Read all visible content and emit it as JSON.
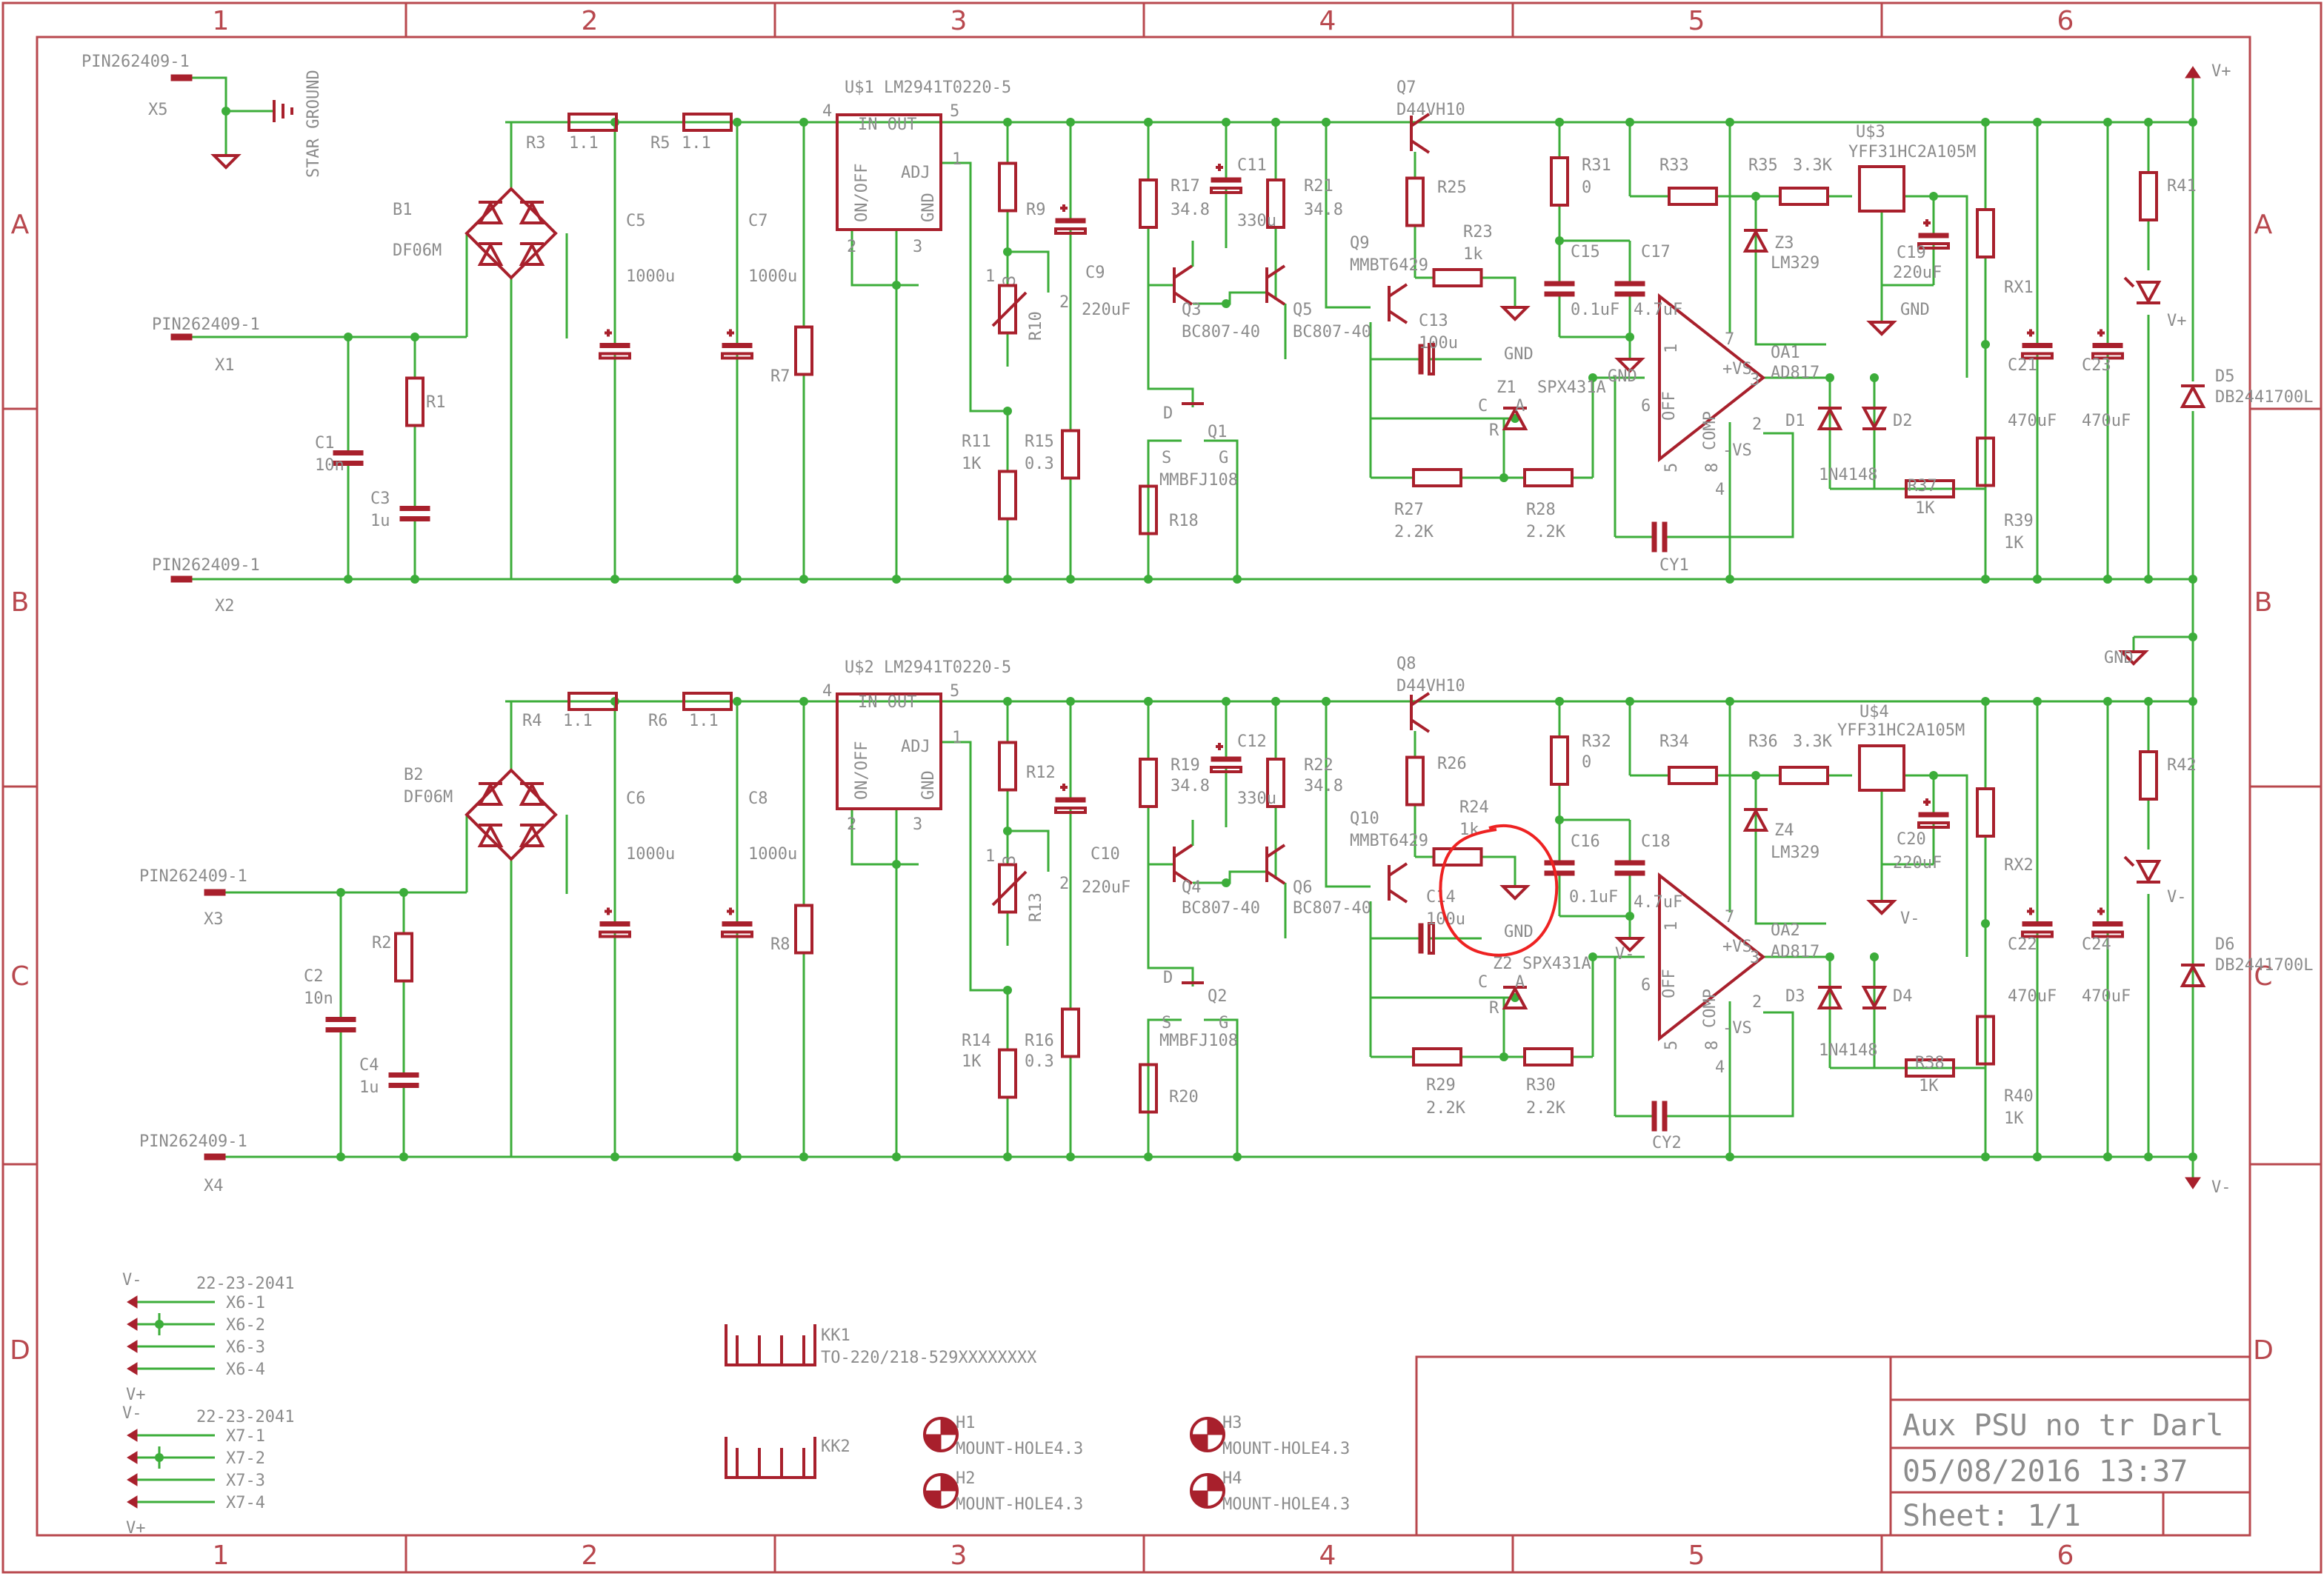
{
  "frame": {
    "col_labels": [
      "1",
      "2",
      "3",
      "4",
      "5",
      "6"
    ],
    "row_labels": [
      "A",
      "B",
      "C",
      "D"
    ]
  },
  "title_block": {
    "title": "Aux PSU no tr Darl",
    "date": "05/08/2016 13:37",
    "sheet": "Sheet: 1/1"
  },
  "labels": [
    {
      "id": "x5-part",
      "text": "PIN262409-1"
    },
    {
      "id": "x5",
      "text": "X5"
    },
    {
      "id": "star-ground",
      "text": "STAR GROUND"
    },
    {
      "id": "x1-part",
      "text": "PIN262409-1"
    },
    {
      "id": "x1",
      "text": "X1"
    },
    {
      "id": "x2-part",
      "text": "PIN262409-1"
    },
    {
      "id": "x2",
      "text": "X2"
    },
    {
      "id": "b1",
      "text": "B1"
    },
    {
      "id": "b1-val",
      "text": "DF06M"
    },
    {
      "id": "r3",
      "text": "R3"
    },
    {
      "id": "r3-val",
      "text": "1.1"
    },
    {
      "id": "r5",
      "text": "R5"
    },
    {
      "id": "r5-val",
      "text": "1.1"
    },
    {
      "id": "c5",
      "text": "C5"
    },
    {
      "id": "c5-val",
      "text": "1000u"
    },
    {
      "id": "c7",
      "text": "C7"
    },
    {
      "id": "c7-val",
      "text": "1000u"
    },
    {
      "id": "c1",
      "text": "C1"
    },
    {
      "id": "c1-val",
      "text": "10n"
    },
    {
      "id": "c3",
      "text": "C3"
    },
    {
      "id": "c3-val",
      "text": "1u"
    },
    {
      "id": "r1",
      "text": "R1"
    },
    {
      "id": "r7",
      "text": "R7"
    },
    {
      "id": "u1",
      "text": "U$1  LM2941T0220-5"
    },
    {
      "id": "u1-in",
      "text": "IN  OUT"
    },
    {
      "id": "u1-onoff",
      "text": "ON/OFF"
    },
    {
      "id": "u1-adj",
      "text": "ADJ"
    },
    {
      "id": "u1-gnd",
      "text": "GND"
    },
    {
      "id": "u1-p4",
      "text": "4"
    },
    {
      "id": "u1-p5",
      "text": "5"
    },
    {
      "id": "u1-p1",
      "text": "1"
    },
    {
      "id": "u1-p2",
      "text": "2"
    },
    {
      "id": "u1-p3",
      "text": "3"
    },
    {
      "id": "r9",
      "text": "R9"
    },
    {
      "id": "r10",
      "text": "R10"
    },
    {
      "id": "r10-p3",
      "text": "3"
    },
    {
      "id": "r10-p2",
      "text": "2"
    },
    {
      "id": "r10-p1",
      "text": "1"
    },
    {
      "id": "c9",
      "text": "C9"
    },
    {
      "id": "c9-val",
      "text": "220uF"
    },
    {
      "id": "r11",
      "text": "R11"
    },
    {
      "id": "r11-val",
      "text": "1K"
    },
    {
      "id": "r15",
      "text": "R15"
    },
    {
      "id": "r15-val",
      "text": "0.3"
    },
    {
      "id": "r17",
      "text": "R17"
    },
    {
      "id": "r17-val",
      "text": "34.8"
    },
    {
      "id": "c11",
      "text": "C11"
    },
    {
      "id": "c11-val",
      "text": "330u"
    },
    {
      "id": "r21",
      "text": "R21"
    },
    {
      "id": "r21-val",
      "text": "34.8"
    },
    {
      "id": "q3",
      "text": "Q3"
    },
    {
      "id": "q3-val",
      "text": "BC807-40"
    },
    {
      "id": "q5",
      "text": "Q5"
    },
    {
      "id": "q5-val",
      "text": "BC807-40"
    },
    {
      "id": "q1",
      "text": "Q1"
    },
    {
      "id": "q1-val",
      "text": "MMBFJ108"
    },
    {
      "id": "q1-d",
      "text": "D"
    },
    {
      "id": "q1-s",
      "text": "S"
    },
    {
      "id": "q1-g",
      "text": "G"
    },
    {
      "id": "r18",
      "text": "R18"
    },
    {
      "id": "q7",
      "text": "Q7"
    },
    {
      "id": "q7-val",
      "text": "D44VH10"
    },
    {
      "id": "r25",
      "text": "R25"
    },
    {
      "id": "q9",
      "text": "Q9"
    },
    {
      "id": "q9-val",
      "text": "MMBT6429"
    },
    {
      "id": "r23",
      "text": "R23"
    },
    {
      "id": "r23-val",
      "text": "1k"
    },
    {
      "id": "gnd-a1",
      "text": "GND"
    },
    {
      "id": "c13",
      "text": "C13"
    },
    {
      "id": "c13-val",
      "text": "100u"
    },
    {
      "id": "z1",
      "text": "Z1"
    },
    {
      "id": "z1-val",
      "text": "SPX431A"
    },
    {
      "id": "z1-c",
      "text": "C"
    },
    {
      "id": "z1-a",
      "text": "A"
    },
    {
      "id": "z1-r",
      "text": "R"
    },
    {
      "id": "r27",
      "text": "R27"
    },
    {
      "id": "r27-val",
      "text": "2.2K"
    },
    {
      "id": "r28",
      "text": "R28"
    },
    {
      "id": "r28-val",
      "text": "2.2K"
    },
    {
      "id": "r31",
      "text": "R31"
    },
    {
      "id": "r31-val",
      "text": "0"
    },
    {
      "id": "c15",
      "text": "C15"
    },
    {
      "id": "c15-val",
      "text": "0.1uF"
    },
    {
      "id": "c17",
      "text": "C17"
    },
    {
      "id": "c17-val",
      "text": "4.7uF"
    },
    {
      "id": "gnd-a2",
      "text": "GND"
    },
    {
      "id": "r33",
      "text": "R33"
    },
    {
      "id": "r35",
      "text": "R35"
    },
    {
      "id": "r35-val",
      "text": "3.3K"
    },
    {
      "id": "z3",
      "text": "Z3"
    },
    {
      "id": "z3-val",
      "text": "LM329"
    },
    {
      "id": "u3",
      "text": "U$3"
    },
    {
      "id": "u3-val",
      "text": "YFF31HC2A105M"
    },
    {
      "id": "c19",
      "text": "C19"
    },
    {
      "id": "c19-val",
      "text": "220uF"
    },
    {
      "id": "gnd-a3",
      "text": "GND"
    },
    {
      "id": "oa1",
      "text": "OA1"
    },
    {
      "id": "oa1-val",
      "text": "AD817"
    },
    {
      "id": "oa1-vs",
      "text": "+VS"
    },
    {
      "id": "oa1-vsn",
      "text": "-VS"
    },
    {
      "id": "oa1-p7",
      "text": "7"
    },
    {
      "id": "oa1-p3",
      "text": "3"
    },
    {
      "id": "oa1-p2",
      "text": "2"
    },
    {
      "id": "oa1-p6",
      "text": "6"
    },
    {
      "id": "oa1-p1",
      "text": "1"
    },
    {
      "id": "oa1-p5",
      "text": "5"
    },
    {
      "id": "oa1-p8",
      "text": "8"
    },
    {
      "id": "oa1-p4",
      "text": "4"
    },
    {
      "id": "oa1-off",
      "text": "OFF"
    },
    {
      "id": "oa1-comp",
      "text": "COMP"
    },
    {
      "id": "d1",
      "text": "D1"
    },
    {
      "id": "d2",
      "text": "D2"
    },
    {
      "id": "d1-val",
      "text": "1N4148"
    },
    {
      "id": "r37",
      "text": "R37"
    },
    {
      "id": "r37-val",
      "text": "1K"
    },
    {
      "id": "cy1",
      "text": "CY1"
    },
    {
      "id": "rx1",
      "text": "RX1"
    },
    {
      "id": "r39",
      "text": "R39"
    },
    {
      "id": "r39-val",
      "text": "1K"
    },
    {
      "id": "c21",
      "text": "C21"
    },
    {
      "id": "c21-val",
      "text": "470uF"
    },
    {
      "id": "c23",
      "text": "C23"
    },
    {
      "id": "c23-val",
      "text": "470uF"
    },
    {
      "id": "r41",
      "text": "R41"
    },
    {
      "id": "led1",
      "text": "V+"
    },
    {
      "id": "d5",
      "text": "D5"
    },
    {
      "id": "d5-val",
      "text": "DB2441700L"
    },
    {
      "id": "vplus",
      "text": "V+"
    },
    {
      "id": "gnd-main",
      "text": "GND"
    },
    {
      "id": "vminus",
      "text": "V-"
    },
    {
      "id": "x3-part",
      "text": "PIN262409-1"
    },
    {
      "id": "x3",
      "text": "X3"
    },
    {
      "id": "x4-part",
      "text": "PIN262409-1"
    },
    {
      "id": "x4",
      "text": "X4"
    },
    {
      "id": "b2",
      "text": "B2"
    },
    {
      "id": "b2-val",
      "text": "DF06M"
    },
    {
      "id": "r4",
      "text": "R4"
    },
    {
      "id": "r4-val",
      "text": "1.1"
    },
    {
      "id": "r6",
      "text": "R6"
    },
    {
      "id": "r6-val",
      "text": "1.1"
    },
    {
      "id": "c6",
      "text": "C6"
    },
    {
      "id": "c6-val",
      "text": "1000u"
    },
    {
      "id": "c8",
      "text": "C8"
    },
    {
      "id": "c8-val",
      "text": "1000u"
    },
    {
      "id": "c2",
      "text": "C2"
    },
    {
      "id": "c2-val",
      "text": "10n"
    },
    {
      "id": "c4",
      "text": "C4"
    },
    {
      "id": "c4-val",
      "text": "1u"
    },
    {
      "id": "r2",
      "text": "R2"
    },
    {
      "id": "r8",
      "text": "R8"
    },
    {
      "id": "u2",
      "text": "U$2  LM2941T0220-5"
    },
    {
      "id": "u2-in",
      "text": "IN  OUT"
    },
    {
      "id": "u2-onoff",
      "text": "ON/OFF"
    },
    {
      "id": "u2-adj",
      "text": "ADJ"
    },
    {
      "id": "u2-gnd",
      "text": "GND"
    },
    {
      "id": "u2-p4",
      "text": "4"
    },
    {
      "id": "u2-p5",
      "text": "5"
    },
    {
      "id": "u2-p1",
      "text": "1"
    },
    {
      "id": "u2-p2",
      "text": "2"
    },
    {
      "id": "u2-p3",
      "text": "3"
    },
    {
      "id": "r12",
      "text": "R12"
    },
    {
      "id": "r13",
      "text": "R13"
    },
    {
      "id": "r13-p3",
      "text": "3"
    },
    {
      "id": "r13-p2",
      "text": "2"
    },
    {
      "id": "r13-p1",
      "text": "1"
    },
    {
      "id": "c10",
      "text": "C10"
    },
    {
      "id": "c10-val",
      "text": "220uF"
    },
    {
      "id": "r14",
      "text": "R14"
    },
    {
      "id": "r14-val",
      "text": "1K"
    },
    {
      "id": "r16",
      "text": "R16"
    },
    {
      "id": "r16-val",
      "text": "0.3"
    },
    {
      "id": "r19",
      "text": "R19"
    },
    {
      "id": "r19-val",
      "text": "34.8"
    },
    {
      "id": "c12",
      "text": "C12"
    },
    {
      "id": "c12-val",
      "text": "330u"
    },
    {
      "id": "r22",
      "text": "R22"
    },
    {
      "id": "r22-val",
      "text": "34.8"
    },
    {
      "id": "q4",
      "text": "Q4"
    },
    {
      "id": "q4-val",
      "text": "BC807-40"
    },
    {
      "id": "q6",
      "text": "Q6"
    },
    {
      "id": "q6-val",
      "text": "BC807-40"
    },
    {
      "id": "q2",
      "text": "Q2"
    },
    {
      "id": "q2-val",
      "text": "MMBFJ108"
    },
    {
      "id": "q2-d",
      "text": "D"
    },
    {
      "id": "q2-s",
      "text": "S"
    },
    {
      "id": "q2-g",
      "text": "G"
    },
    {
      "id": "r20",
      "text": "R20"
    },
    {
      "id": "q8",
      "text": "Q8"
    },
    {
      "id": "q8-val",
      "text": "D44VH10"
    },
    {
      "id": "r26",
      "text": "R26"
    },
    {
      "id": "q10",
      "text": "Q10"
    },
    {
      "id": "q10-val",
      "text": "MMBT6429"
    },
    {
      "id": "r24",
      "text": "R24"
    },
    {
      "id": "r24-val",
      "text": "1k"
    },
    {
      "id": "gnd-c1",
      "text": "GND"
    },
    {
      "id": "c14",
      "text": "C14"
    },
    {
      "id": "c14-val",
      "text": "100u"
    },
    {
      "id": "z2",
      "text": "Z2"
    },
    {
      "id": "z2-val",
      "text": "SPX431A"
    },
    {
      "id": "z2-c",
      "text": "C"
    },
    {
      "id": "z2-a",
      "text": "A"
    },
    {
      "id": "z2-r",
      "text": "R"
    },
    {
      "id": "r29",
      "text": "R29"
    },
    {
      "id": "r29-val",
      "text": "2.2K"
    },
    {
      "id": "r30",
      "text": "R30"
    },
    {
      "id": "r30-val",
      "text": "2.2K"
    },
    {
      "id": "r32",
      "text": "R32"
    },
    {
      "id": "r32-val",
      "text": "0"
    },
    {
      "id": "c16",
      "text": "C16"
    },
    {
      "id": "c16-val",
      "text": "0.1uF"
    },
    {
      "id": "c18",
      "text": "C18"
    },
    {
      "id": "c18-val",
      "text": "4.7uF"
    },
    {
      "id": "vm-c2",
      "text": "V-"
    },
    {
      "id": "r34",
      "text": "R34"
    },
    {
      "id": "r36",
      "text": "R36"
    },
    {
      "id": "r36-val",
      "text": "3.3K"
    },
    {
      "id": "z4",
      "text": "Z4"
    },
    {
      "id": "z4-val",
      "text": "LM329"
    },
    {
      "id": "u4",
      "text": "U$4"
    },
    {
      "id": "u4-val",
      "text": "YFF31HC2A105M"
    },
    {
      "id": "c20",
      "text": "C20"
    },
    {
      "id": "c20-val",
      "text": "220uF"
    },
    {
      "id": "vm-c3",
      "text": "V-"
    },
    {
      "id": "oa2",
      "text": "OA2"
    },
    {
      "id": "oa2-val",
      "text": "AD817"
    },
    {
      "id": "oa2-vs",
      "text": "+VS"
    },
    {
      "id": "oa2-vsn",
      "text": "-VS"
    },
    {
      "id": "oa2-p7",
      "text": "7"
    },
    {
      "id": "oa2-p3",
      "text": "3"
    },
    {
      "id": "oa2-p2",
      "text": "2"
    },
    {
      "id": "oa2-p6",
      "text": "6"
    },
    {
      "id": "oa2-p1",
      "text": "1"
    },
    {
      "id": "oa2-p5",
      "text": "5"
    },
    {
      "id": "oa2-p8",
      "text": "8"
    },
    {
      "id": "oa2-p4",
      "text": "4"
    },
    {
      "id": "oa2-off",
      "text": "OFF"
    },
    {
      "id": "oa2-comp",
      "text": "COMP"
    },
    {
      "id": "d3",
      "text": "D3"
    },
    {
      "id": "d4",
      "text": "D4"
    },
    {
      "id": "d3-val",
      "text": "1N4148"
    },
    {
      "id": "r38",
      "text": "R38"
    },
    {
      "id": "r38-val",
      "text": "1K"
    },
    {
      "id": "cy2",
      "text": "CY2"
    },
    {
      "id": "rx2",
      "text": "RX2"
    },
    {
      "id": "r40",
      "text": "R40"
    },
    {
      "id": "r40-val",
      "text": "1K"
    },
    {
      "id": "c22",
      "text": "C22"
    },
    {
      "id": "c22-val",
      "text": "470uF"
    },
    {
      "id": "c24",
      "text": "C24"
    },
    {
      "id": "c24-val",
      "text": "470uF"
    },
    {
      "id": "r42",
      "text": "R42"
    },
    {
      "id": "led2",
      "text": "V-"
    },
    {
      "id": "d6",
      "text": "D6"
    },
    {
      "id": "d6-val",
      "text": "DB2441700L"
    },
    {
      "id": "vminus2",
      "text": "V-"
    },
    {
      "id": "x6-vm",
      "text": "V-"
    },
    {
      "id": "x6-part",
      "text": "22-23-2041"
    },
    {
      "id": "x6-1",
      "text": "X6-1"
    },
    {
      "id": "x6-2",
      "text": "X6-2"
    },
    {
      "id": "x6-3",
      "text": "X6-3"
    },
    {
      "id": "x6-4",
      "text": "X6-4"
    },
    {
      "id": "x6-vp",
      "text": "V+"
    },
    {
      "id": "x7-vm",
      "text": "V-"
    },
    {
      "id": "x7-part",
      "text": "22-23-2041"
    },
    {
      "id": "x7-1",
      "text": "X7-1"
    },
    {
      "id": "x7-2",
      "text": "X7-2"
    },
    {
      "id": "x7-3",
      "text": "X7-3"
    },
    {
      "id": "x7-4",
      "text": "X7-4"
    },
    {
      "id": "x7-vp",
      "text": "V+"
    },
    {
      "id": "kk1",
      "text": "KK1"
    },
    {
      "id": "kk1-val",
      "text": "TO-220/218-529XXXXXXXX"
    },
    {
      "id": "kk2",
      "text": "KK2"
    },
    {
      "id": "h1",
      "text": "H1"
    },
    {
      "id": "h1-val",
      "text": "MOUNT-HOLE4.3"
    },
    {
      "id": "h2",
      "text": "H2"
    },
    {
      "id": "h2-val",
      "text": "MOUNT-HOLE4.3"
    },
    {
      "id": "h3",
      "text": "H3"
    },
    {
      "id": "h3-val",
      "text": "MOUNT-HOLE4.3"
    },
    {
      "id": "h4",
      "text": "H4"
    },
    {
      "id": "h4-val",
      "text": "MOUNT-HOLE4.3"
    }
  ],
  "colors": {
    "wire": "#3cad3a",
    "part": "#a8202c",
    "frame": "#b8484e",
    "text": "#8c8c8c",
    "annotation": "#e22222"
  }
}
